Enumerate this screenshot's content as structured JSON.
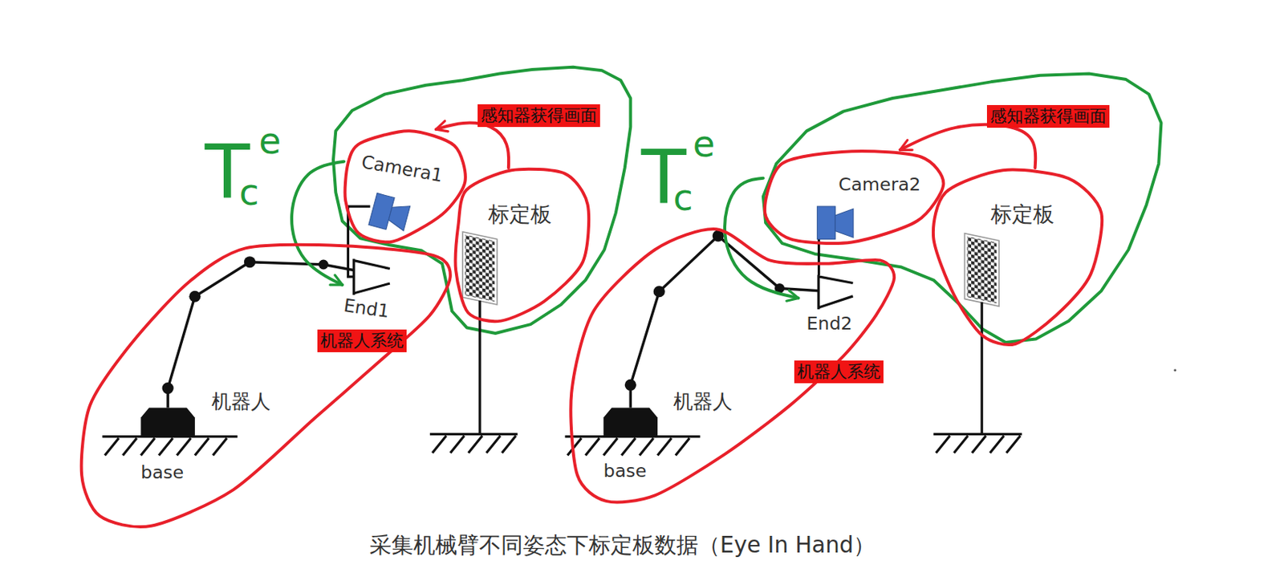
{
  "diagram": {
    "caption": "采集机械臂不同姿态下标定板数据（Eye In Hand）",
    "nodes": [
      {
        "text": [
          "机器人系统",
          "机器人",
          "base"
        ]
      },
      {
        "text": [
          "End1"
        ],
        "in": 0
      },
      {
        "text": [
          "Camera1"
        ]
      },
      {
        "text": [
          "标定板"
        ]
      },
      {
        "text": [
          "机器人系统",
          "机器人",
          "base"
        ]
      },
      {
        "text": [
          "End2"
        ],
        "in": 4
      },
      {
        "text": [
          "Camera2"
        ]
      },
      {
        "text": [
          "标定板"
        ]
      }
    ],
    "edges": [
      {
        "from": 3,
        "to": 2,
        "arrow": "to",
        "label": "感知器获得画面"
      },
      {
        "from": 2,
        "to": 1,
        "arrow": "to",
        "label": "T"
      },
      {
        "from": 7,
        "to": 6,
        "arrow": "to",
        "label": "感知器获得画面"
      },
      {
        "from": 6,
        "to": 5,
        "arrow": "to",
        "label": "T"
      }
    ],
    "labels": [
      "e",
      "c",
      "e",
      "c"
    ]
  }
}
